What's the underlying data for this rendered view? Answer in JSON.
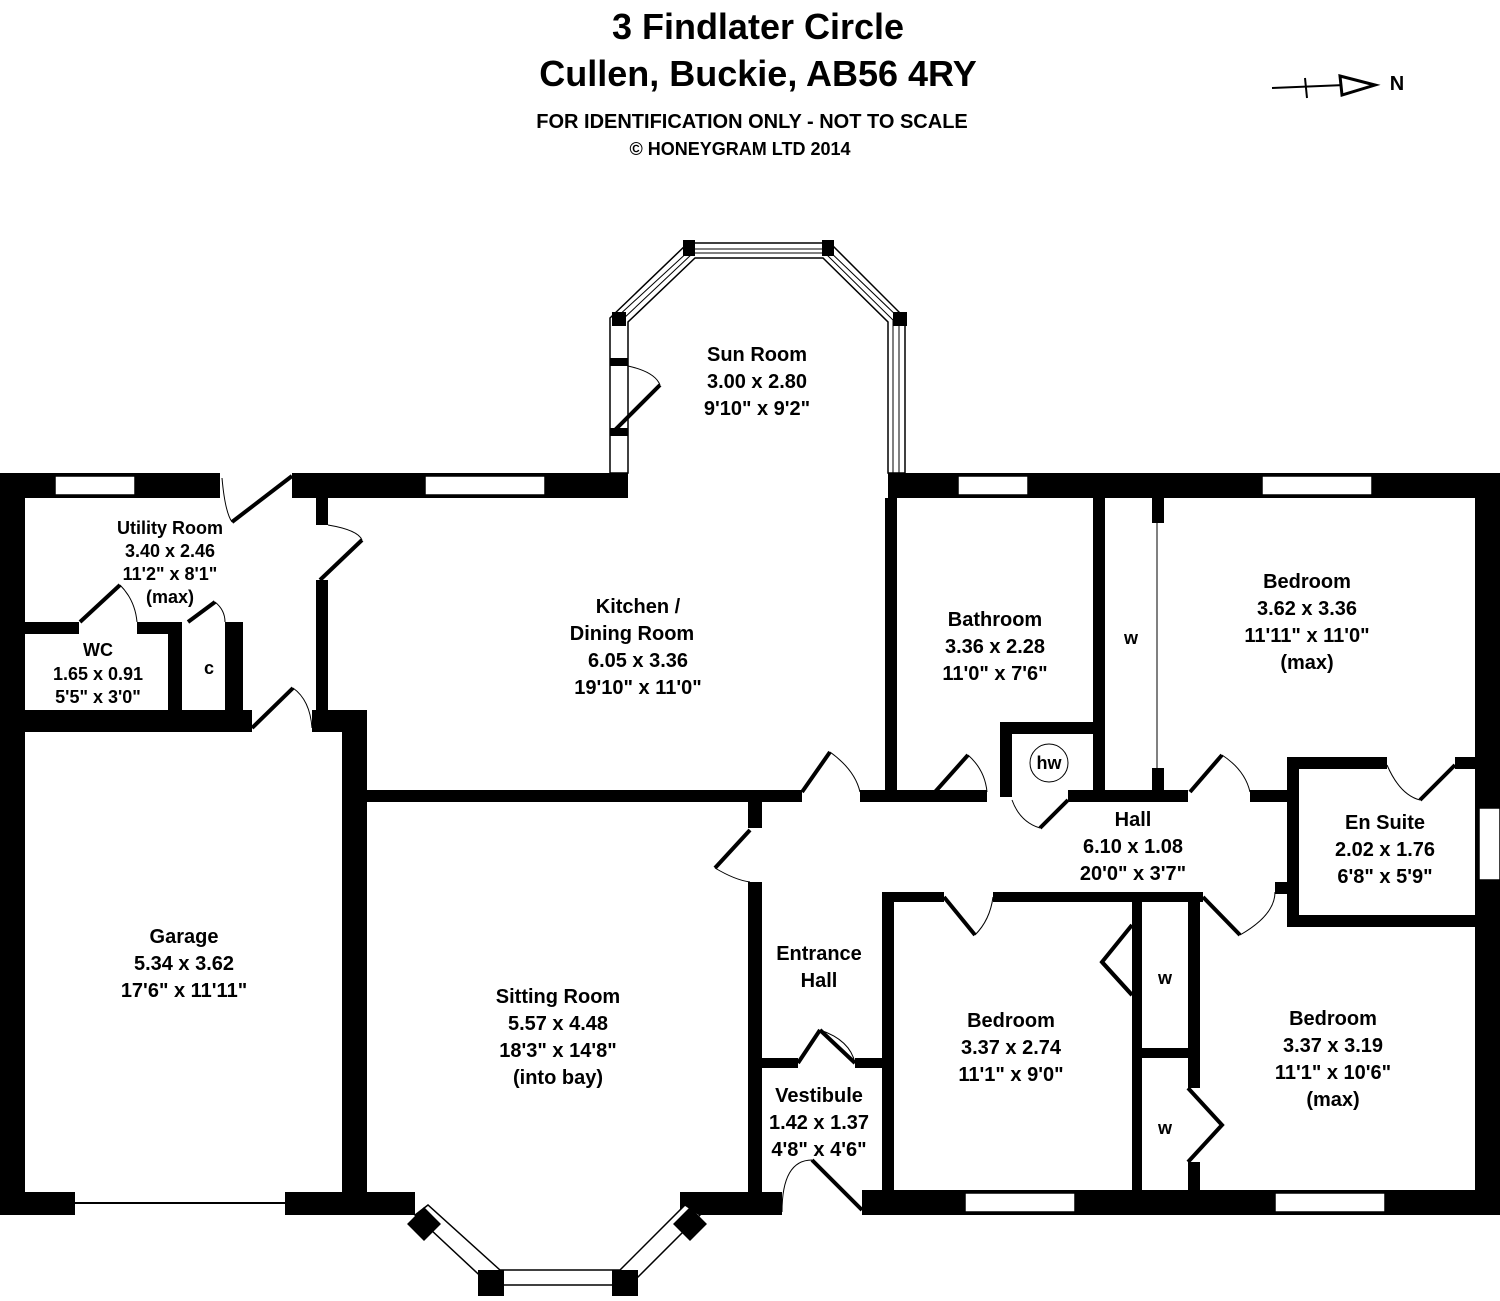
{
  "header": {
    "address_line1": "3 Findlater Circle",
    "address_line2": "Cullen, Buckie, AB56 4RY",
    "disclaimer": "FOR IDENTIFICATION ONLY - NOT TO SCALE",
    "copyright": "© HONEYGRAM LTD 2014"
  },
  "compass": {
    "label": "N",
    "icon": "north-arrow-icon"
  },
  "rooms": {
    "sun_room": {
      "name": "Sun Room",
      "metric": "3.00 x 2.80",
      "imperial": "9'10\" x 9'2\""
    },
    "utility": {
      "name": "Utility Room",
      "metric": "3.40 x 2.46",
      "imperial": "11'2\" x 8'1\"",
      "note": "(max)"
    },
    "wc": {
      "name": "WC",
      "metric": "1.65 x 0.91",
      "imperial": "5'5\" x 3'0\""
    },
    "cupboard": {
      "name": "c"
    },
    "kitchen": {
      "name": "Kitchen /",
      "name2": "Dining Room",
      "metric": "6.05 x 3.36",
      "imperial": "19'10\" x 11'0\""
    },
    "bathroom": {
      "name": "Bathroom",
      "metric": "3.36 x 2.28",
      "imperial": "11'0\" x 7'6\""
    },
    "hot_water": {
      "name": "hw"
    },
    "wardrobe1": {
      "name": "w"
    },
    "bedroom1": {
      "name": "Bedroom",
      "metric": "3.62 x 3.36",
      "imperial": "11'11\" x 11'0\"",
      "note": "(max)"
    },
    "hall": {
      "name": "Hall",
      "metric": "6.10 x 1.08",
      "imperial": "20'0\" x 3'7\""
    },
    "en_suite": {
      "name": "En Suite",
      "metric": "2.02 x 1.76",
      "imperial": "6'8\" x 5'9\""
    },
    "garage": {
      "name": "Garage",
      "metric": "5.34 x 3.62",
      "imperial": "17'6\" x 11'11\""
    },
    "sitting": {
      "name": "Sitting Room",
      "metric": "5.57 x 4.48",
      "imperial": "18'3\" x 14'8\"",
      "note": "(into bay)"
    },
    "entrance_hall": {
      "name": "Entrance",
      "name2": "Hall"
    },
    "vestibule": {
      "name": "Vestibule",
      "metric": "1.42 x 1.37",
      "imperial": "4'8\" x 4'6\""
    },
    "bedroom2": {
      "name": "Bedroom",
      "metric": "3.37 x 2.74",
      "imperial": "11'1\" x 9'0\""
    },
    "wardrobe2": {
      "name": "w"
    },
    "wardrobe3": {
      "name": "w"
    },
    "bedroom3": {
      "name": "Bedroom",
      "metric": "3.37 x 3.19",
      "imperial": "11'1\" x 10'6\"",
      "note": "(max)"
    }
  }
}
